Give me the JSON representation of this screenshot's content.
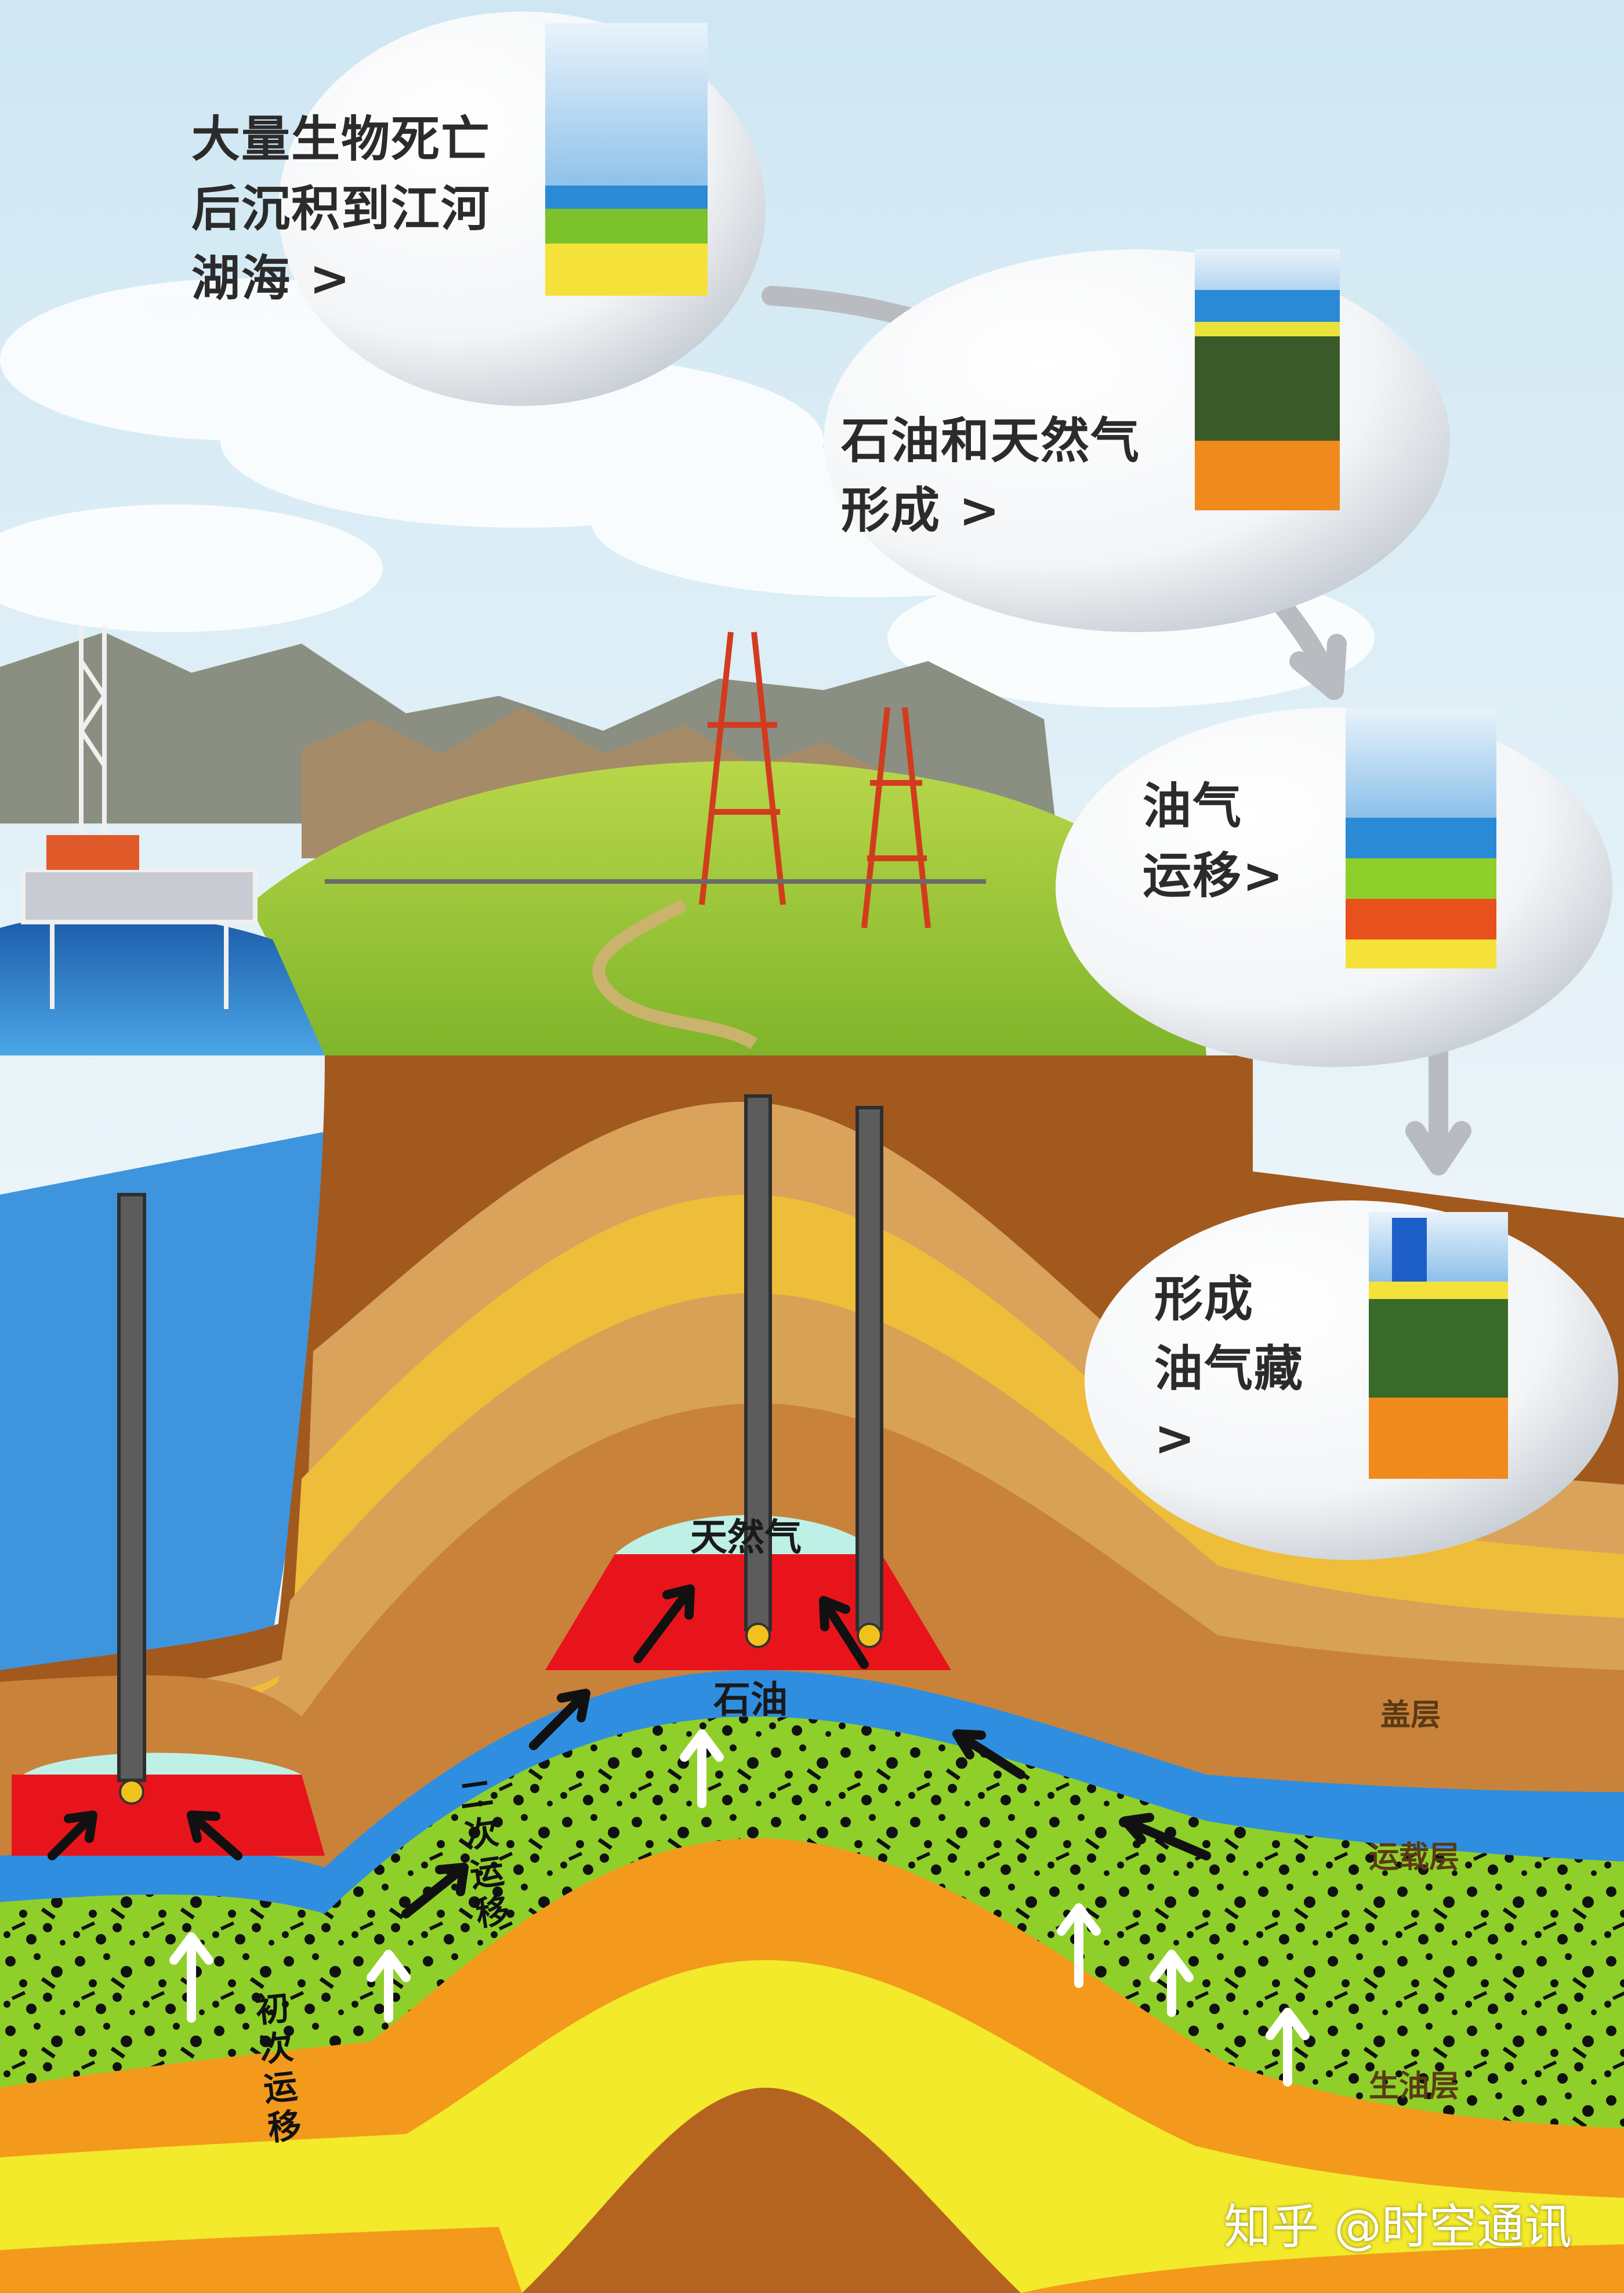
{
  "steps": [
    {
      "text": "大量生物死亡\n后沉积到江河\n湖海 >"
    },
    {
      "text": "石油和天然气\n形成 >"
    },
    {
      "text": "油气\n运移>"
    },
    {
      "text": "形成\n油气藏\n>"
    }
  ],
  "reservoir": {
    "gas_label": "天然气",
    "oil_label": "石油"
  },
  "layers": {
    "cap": "盖层",
    "carrier": "运载层",
    "source": "生油层"
  },
  "migration": {
    "secondary": "二次运移",
    "primary": "初次运移"
  },
  "watermark": "知乎 @时空通讯",
  "colors": {
    "oil": "#e8141c",
    "gas": "#bff0e6",
    "carrier": "#2f8ee0",
    "source": "#8fcf2a",
    "cap": "#c9823a"
  }
}
